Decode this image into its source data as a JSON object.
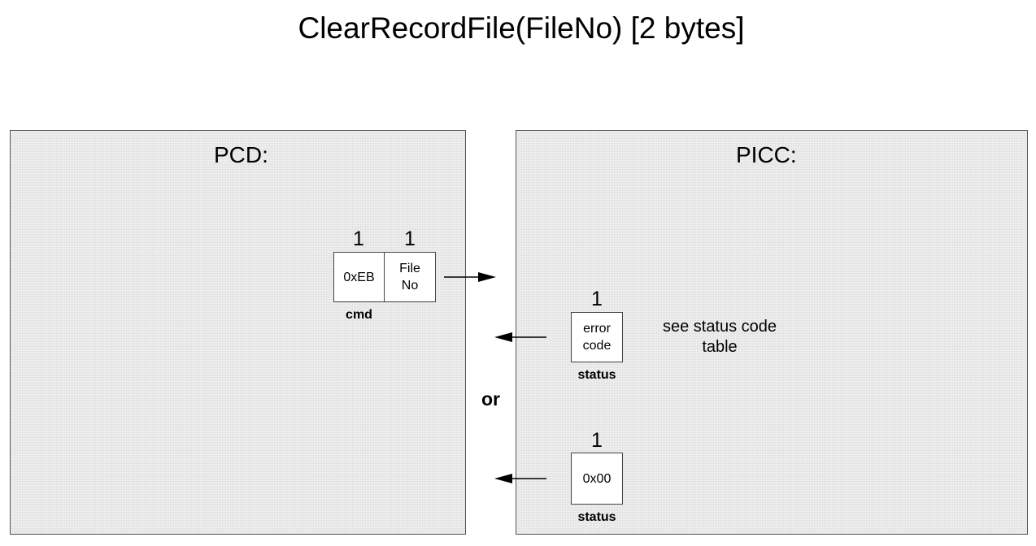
{
  "title": "ClearRecordFile(FileNo) [2 bytes]",
  "pcd": {
    "label": "PCD:",
    "command": {
      "fields": [
        {
          "size": "1",
          "lines": [
            "0xEB"
          ]
        },
        {
          "size": "1",
          "lines": [
            "File",
            "No"
          ]
        }
      ],
      "label": "cmd"
    }
  },
  "picc": {
    "label": "PICC:",
    "error_response": {
      "size": "1",
      "lines": [
        "error",
        "code"
      ],
      "label": "status",
      "note_lines": [
        "see status code",
        "table"
      ]
    },
    "ok_response": {
      "size": "1",
      "lines": [
        "0x00"
      ],
      "label": "status"
    }
  },
  "separator": "or"
}
